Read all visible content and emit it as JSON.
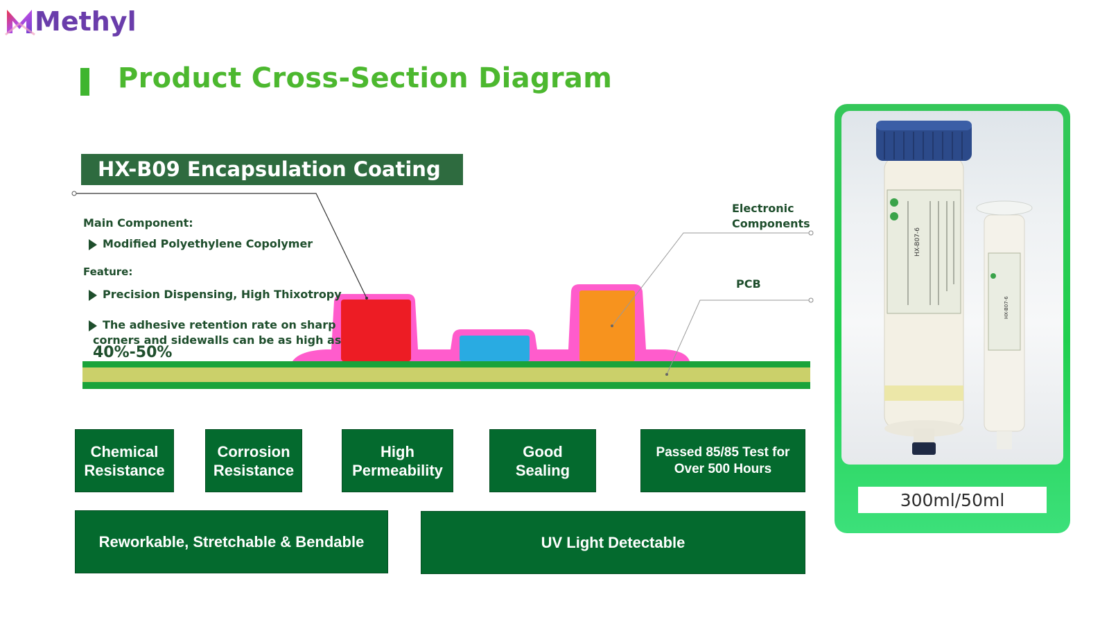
{
  "brand": {
    "name": "Methyl"
  },
  "page": {
    "title": "Product Cross-Section Diagram"
  },
  "product": {
    "name": "HX-B09  Encapsulation Coating"
  },
  "specs": {
    "main_component_label": "Main Component:",
    "main_component_value": "Modified Polyethylene Copolymer",
    "feature_label": "Feature:",
    "feature_1": "Precision Dispensing, High Thixotropy",
    "feature_2_line1": "The adhesive retention rate on sharp",
    "feature_2_line2": "corners and sidewalls can be as high as",
    "feature_2_value": "40%-50%"
  },
  "diagram": {
    "label_electronic_line1": "Electronic",
    "label_electronic_line2": "Components",
    "label_pcb": "PCB",
    "colors": {
      "coating": "#ff5ccc",
      "component_red": "#ed1c24",
      "component_blue": "#29abe2",
      "component_orange": "#f7931e",
      "pcb_green": "#1aa33a",
      "pcb_core": "#cbd06a"
    }
  },
  "features": [
    {
      "line1": "Chemical",
      "line2": "Resistance"
    },
    {
      "line1": "Corrosion",
      "line2": "Resistance"
    },
    {
      "line1": "High",
      "line2": "Permeability"
    },
    {
      "line1": "Good",
      "line2": "Sealing"
    },
    {
      "line1": "Passed 85/85 Test for",
      "line2": "Over 500 Hours"
    }
  ],
  "features_wide": [
    "Reworkable, Stretchable & Bendable",
    "UV Light Detectable"
  ],
  "photo": {
    "size_caption": "300ml/50ml",
    "label_large": "HX-B07-6",
    "label_small": "HX-B07-6"
  }
}
